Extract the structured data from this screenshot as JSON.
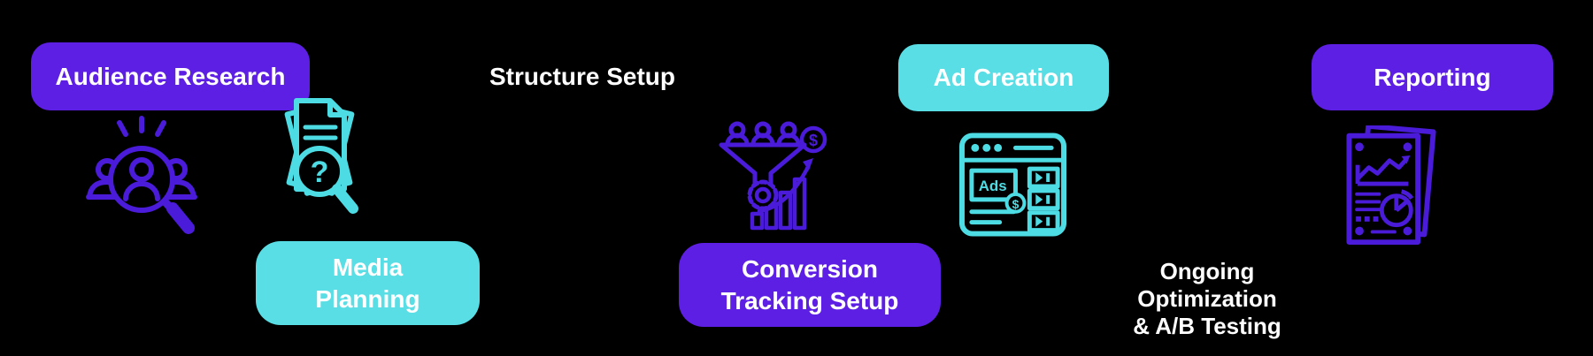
{
  "background": "#000000",
  "colors": {
    "badge_purple": "#5E1FE4",
    "badge_cyan": "#58DEE4",
    "icon_purple": "#4A1BD8",
    "icon_cyan": "#4EDCE4",
    "label_text": "#FFFFFF"
  },
  "steps": {
    "audience_research": {
      "label": "Audience Research",
      "badge_color": "purple"
    },
    "media_planning": {
      "line1": "Media",
      "line2": "Planning",
      "badge_color": "cyan"
    },
    "structure_setup": {
      "label": "Structure Setup",
      "badge_color": "none"
    },
    "conversion_tracking_setup": {
      "line1": "Conversion",
      "line2": "Tracking Setup",
      "badge_color": "purple"
    },
    "ad_creation": {
      "label": "Ad Creation",
      "badge_color": "cyan"
    },
    "ongoing_optimization": {
      "line1": "Ongoing Optimization",
      "line2": "& A/B Testing",
      "badge_color": "none"
    },
    "reporting": {
      "label": "Reporting",
      "badge_color": "purple"
    }
  },
  "icons": {
    "audience_research": "people-magnifier-icon",
    "media_planning": "documents-question-magnifier-icon",
    "conversion_tracking": "funnel-gear-growth-chart-icon",
    "ad_creation": "ads-browser-window-icon",
    "reporting": "report-charts-document-icon",
    "glyphs": {
      "question": "?",
      "dollar": "$",
      "ads": "Ads"
    }
  }
}
